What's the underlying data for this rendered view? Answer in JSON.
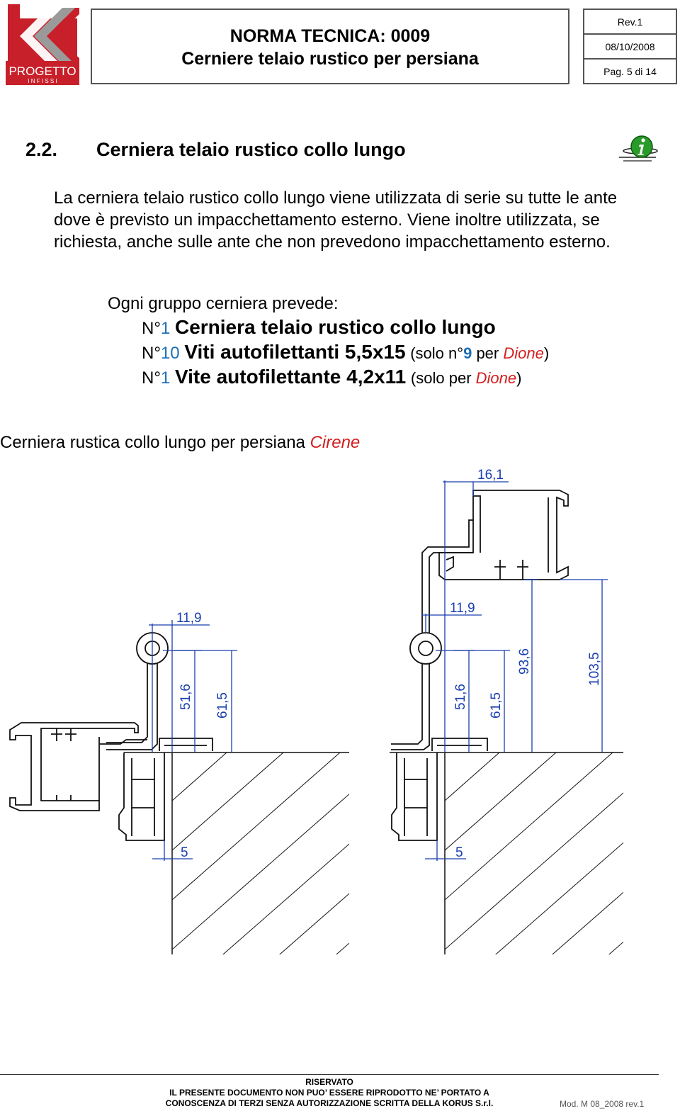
{
  "header": {
    "logo_text": "PROGETTO",
    "logo_subtext": "I N F I S S I",
    "title_line1": "NORMA TECNICA: 0009",
    "title_line2": "Cerniere telaio rustico per persiana",
    "rev": "Rev.1",
    "date": "08/10/2008",
    "page": "Pag. 5 di 14"
  },
  "section": {
    "number": "2.2.",
    "title": "Cerniera telaio rustico collo lungo",
    "info_icon": "info-icon"
  },
  "intro": {
    "text": "La cerniera telaio rustico collo lungo viene utilizzata di serie su tutte le ante dove è previsto un impacchettamento esterno. Viene inoltre utilizzata, se richiesta, anche sulle ante che non prevedono impacchettamento esterno."
  },
  "group": {
    "heading": "Ogni gruppo cerniera prevede:",
    "items": [
      {
        "prefix": "N°",
        "qty": "1",
        "name": "Cerniera telaio rustico collo lungo",
        "note_open": "",
        "note_num": "",
        "note_mid": "",
        "note_red": "",
        "note_close": ""
      },
      {
        "prefix": "N°",
        "qty": "10",
        "name": "Viti autofilettanti 5,5x15",
        "note_open": "(solo n°",
        "note_num": "9",
        "note_mid": " per ",
        "note_red": "Dione",
        "note_close": ")"
      },
      {
        "prefix": "N°",
        "qty": "1",
        "name": "Vite autofilettante 4,2x11",
        "note_open": "(solo per ",
        "note_num": "",
        "note_mid": "",
        "note_red": "Dione",
        "note_close": ")"
      }
    ]
  },
  "caption": {
    "text": "Cerniera rustica collo lungo per persiana ",
    "highlight": "Cirene"
  },
  "drawing": {
    "left": {
      "dim_top": "11,9",
      "dim_a": "51,6",
      "dim_b": "61,5",
      "dim_bottom": "5"
    },
    "right": {
      "dim_top_outer": "16,1",
      "dim_top": "11,9",
      "dim_a": "51,6",
      "dim_b": "61,5",
      "dim_c": "93,6",
      "dim_d": "103,5",
      "dim_bottom": "5"
    }
  },
  "footer": {
    "line1": "RISERVATO",
    "line2": "IL PRESENTE DOCUMENTO NON PUO’ ESSERE RIPRODOTTO NE’ PORTATO A",
    "line3": "CONOSCENZA DI TERZI SENZA AUTORIZZAZIONE SCRITTA DELLA KORUS S.r.l.",
    "mod": "Mod. M 08_2008 rev.1"
  },
  "colors": {
    "accent_red": "#d41d1d",
    "dimension_blue": "#1a3fb0",
    "logo_red": "#c8202a"
  }
}
